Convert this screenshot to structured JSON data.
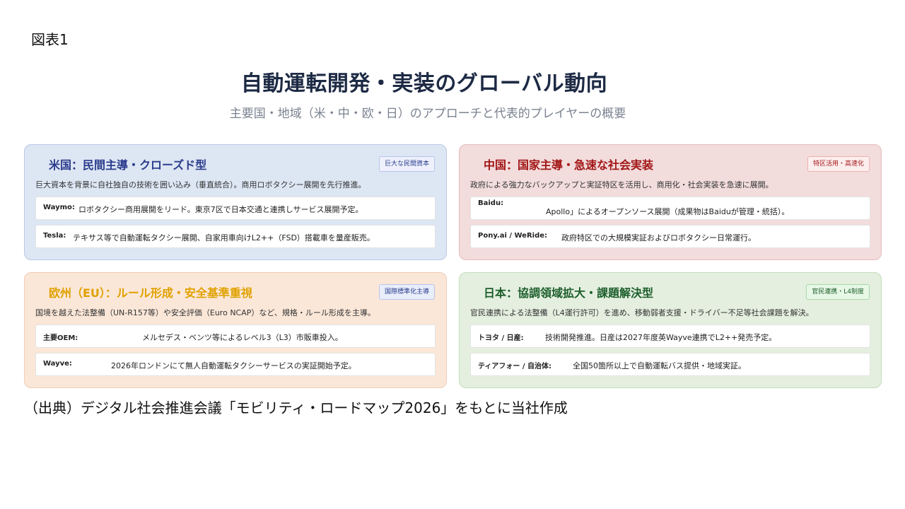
{
  "figure_label": "図表1",
  "title": "自動運転開発・実装のグローバル動向",
  "subtitle": "主要国・地域（米・中・欧・日）のアプローチと代表的プレイヤーの概要",
  "cards": {
    "us": {
      "heading": "米国：民間主導・クローズド型",
      "badge": "巨大な民間資本",
      "description": "巨大資本を背景に自社独自の技術を囲い込み（垂直統合）。商用ロボタクシー展開を先行推進。",
      "rows": [
        {
          "key": "Waymo:",
          "value": "ロボタクシー商用展開をリード。東京7区で日本交通と連携しサービス展開予定。"
        },
        {
          "key": "Tesla:",
          "value": "テキサス等で自動運転タクシー展開、自家用車向けL2++（FSD）搭載車を量産販売。"
        }
      ]
    },
    "cn": {
      "heading": "中国：国家主導・急速な社会実装",
      "badge": "特区活用・高速化",
      "description": "政府による強力なバックアップと実証特区を活用し、商用化・社会実装を急速に展開。",
      "rows": [
        {
          "key": "Baidu:",
          "value": "Apollo」によるオープンソース展開（成果物はBaiduが管理・統括）。"
        },
        {
          "key": "Pony.ai / WeRide:",
          "value": "政府特区での大規模実証およびロボタクシー日常運行。"
        }
      ]
    },
    "eu": {
      "heading": "欧州（EU）：ルール形成・安全基準重視",
      "badge": "国際標準化主導",
      "description": "国境を越えた法整備（UN-R157等）や安全評価（Euro NCAP）など、規格・ルール形成を主導。",
      "rows": [
        {
          "key": "主要OEM:",
          "value": "メルセデス・ベンツ等によるレベル3（L3）市販車投入。"
        },
        {
          "key": "Wayve:",
          "value": "2026年ロンドンにて無人自動運転タクシーサービスの実証開始予定。"
        }
      ]
    },
    "jp": {
      "heading": "日本：協調領域拡大・課題解決型",
      "badge": "官民連携・L4制度",
      "description": "官民連携による法整備（L4運行許可）を進め、移動弱者支援・ドライバー不足等社会課題を解決。",
      "rows": [
        {
          "key": "トヨタ / 日産:",
          "value": "技術開発推進。日産は2027年度英Wayve連携でL2++発売予定。"
        },
        {
          "key": "ティアフォー / 自治体:",
          "value": "全国50箇所以上で自動運転バス提供・地域実証。"
        }
      ]
    }
  },
  "source": "（出典）デジタル社会推進会議「モビリティ・ロードマップ2026」をもとに当社作成",
  "colors": {
    "us": "#2b3c8c",
    "cn": "#a21616",
    "eu": "#e0a100",
    "jp": "#1d5f2c"
  }
}
